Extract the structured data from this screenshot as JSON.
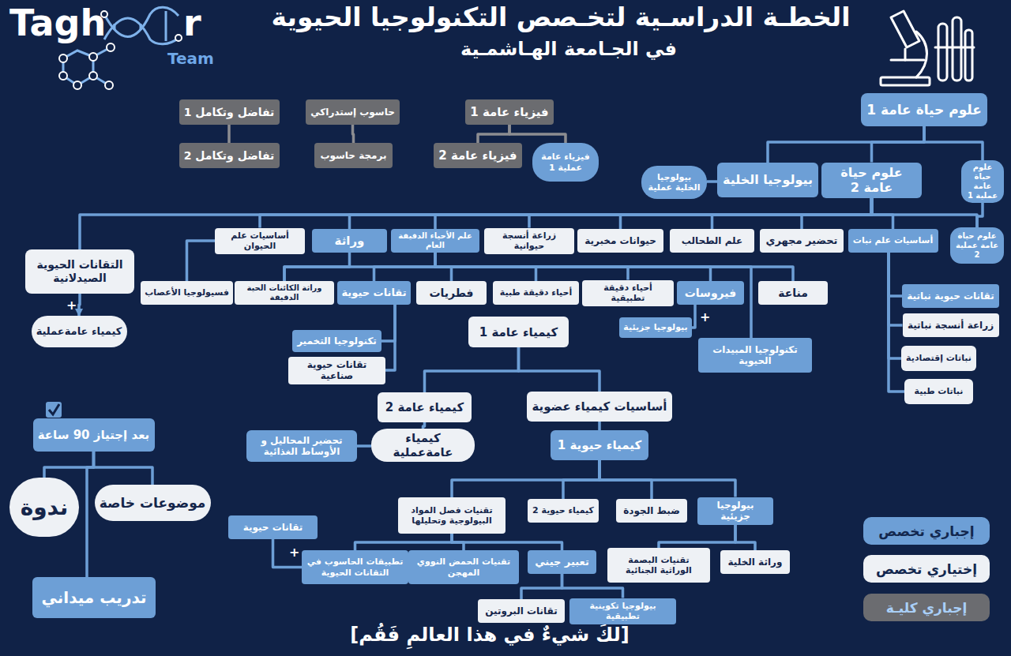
{
  "diagram": {
    "title": "الخطـة الدراسـية لتخـصص التكنولوجيا الحيوية",
    "caption": "[لكَ شيءٌ في هذا العالمِ فَقُم]",
    "nodes": [
      {
        "text": [
          "علوم حياة عامة 1"
        ]
      },
      {
        "text": [
          "فيزياء عامة 1"
        ]
      },
      {
        "text": [
          "حاسوب إستدراكي"
        ]
      },
      {
        "text": [
          "تفاضل وتكامل 1"
        ]
      },
      {
        "text": [
          "تفاضل وتكامل 2"
        ]
      },
      {
        "text": [
          "برمجة حاسوب"
        ]
      },
      {
        "text": [
          "فيزياء عامة 2"
        ]
      },
      {
        "text": [
          "فيزياء عامة عملية 1"
        ]
      },
      {
        "text": [
          "علوم حياة عامة 2"
        ]
      },
      {
        "text": [
          "بيولوجيا الخلية"
        ]
      },
      {
        "text": [
          "بيولوجيا الخلية عملية"
        ]
      },
      {
        "text": [
          "علوم حياة عامة عملية 1"
        ]
      },
      {
        "text": [
          "علوم حياة عامة عملية 2"
        ]
      },
      {
        "text": [
          "أساسيات علم نبات"
        ]
      },
      {
        "text": [
          "تحضير مجهري"
        ]
      },
      {
        "text": [
          "علم الطحالب"
        ]
      },
      {
        "text": [
          "حيوانات مخبرية"
        ]
      },
      {
        "text": [
          "زراعة أنسجة حيوانية"
        ]
      },
      {
        "text": [
          "علم الأحياء الدقيقة العام"
        ]
      },
      {
        "text": [
          "وراثة"
        ]
      },
      {
        "text": [
          "أساسيات علم الحيوان"
        ]
      },
      {
        "text": [
          "التقانات الحيوية الصيدلانية"
        ]
      },
      {
        "text": [
          "كيمياء عامةعملية"
        ]
      },
      {
        "text": [
          "مناعة"
        ]
      },
      {
        "text": [
          "فيروسات"
        ]
      },
      {
        "text": [
          "أحياء دقيقة تطبيقية"
        ]
      },
      {
        "text": [
          "أحياء دقيقة طبية"
        ]
      },
      {
        "text": [
          "فطريات"
        ]
      },
      {
        "text": [
          "تقانات حيوية"
        ]
      },
      {
        "text": [
          "وراثة الكائنات الحية الدقيقة"
        ]
      },
      {
        "text": [
          "فسيولوجيا الأعصاب"
        ]
      },
      {
        "text": [
          "بيولوجيا جزيئية"
        ]
      },
      {
        "text": [
          "تكنولوجيا المبيدات الحيوية"
        ]
      },
      {
        "text": [
          "تكنولوجيا التخمير"
        ]
      },
      {
        "text": [
          "تقانات حيوية صناعية"
        ]
      },
      {
        "text": [
          "كيمياء عامة 1"
        ]
      },
      {
        "text": [
          "تقانات حيوية نباتية"
        ]
      },
      {
        "text": [
          "زراعة أنسجة نباتية"
        ]
      },
      {
        "text": [
          "نباتات إقتصادية"
        ]
      },
      {
        "text": [
          "نباتات طبية"
        ]
      },
      {
        "text": [
          "كيمياء عامة 2"
        ]
      },
      {
        "text": [
          "أساسيات كيمياء عضوية"
        ]
      },
      {
        "text": [
          "كيمياء عامةعملية"
        ]
      },
      {
        "text": [
          "تحضير المحاليل و الأوساط الغذائية"
        ]
      },
      {
        "text": [
          "كيمياء حيوية 1"
        ]
      },
      {
        "text": [
          "بعد إجتياز 90 ساعة"
        ]
      },
      {
        "text": [
          "موضوعات خاصة"
        ]
      },
      {
        "text": [
          "ندوة"
        ]
      },
      {
        "text": [
          "تدريب ميداني"
        ]
      },
      {
        "text": [
          "بيولوجيا جزيئية"
        ]
      },
      {
        "text": [
          "ضبط الجودة"
        ]
      },
      {
        "text": [
          "كيمياء حيوية 2"
        ]
      },
      {
        "text": [
          "تقنيات فصل المواد البيولوجية وتحليلها"
        ]
      },
      {
        "text": [
          "وراثة الخلية"
        ]
      },
      {
        "text": [
          "تقنيات البصمة الوراثية الجنائية"
        ]
      },
      {
        "text": [
          "تعبير جيني"
        ]
      },
      {
        "text": [
          "تقنيات الحمض النووي المهجن"
        ]
      },
      {
        "text": [
          "تطبيقات الحاسوب في التقانات الحيوية"
        ]
      },
      {
        "text": [
          "تقانات حيوية"
        ]
      },
      {
        "text": [
          "بيولوجيا تكوينية تطبيقية"
        ]
      },
      {
        "text": [
          "تقانات البروتين"
        ]
      }
    ],
    "edges": [
      {
        "from": 0,
        "to": 9,
        "arrow": "none"
      },
      {
        "from": 0,
        "to": 8,
        "arrow": "none"
      },
      {
        "from": 0,
        "to": 11,
        "arrow": "none"
      },
      {
        "from": 11,
        "to": 12,
        "arrow": "none"
      },
      {
        "from": 9,
        "to": 10,
        "arrow": "none"
      },
      {
        "from": 1,
        "to": 6,
        "arrow": "none"
      },
      {
        "from": 1,
        "to": 7,
        "arrow": "none"
      },
      {
        "from": 2,
        "to": 5,
        "arrow": "none"
      },
      {
        "from": 3,
        "to": 4,
        "arrow": "none"
      },
      {
        "from": 8,
        "to": 21,
        "arrow": "none"
      },
      {
        "from": 8,
        "to": 20,
        "arrow": "none"
      },
      {
        "from": 8,
        "to": 19,
        "arrow": "none"
      },
      {
        "from": 8,
        "to": 18,
        "arrow": "none"
      },
      {
        "from": 8,
        "to": 17,
        "arrow": "none"
      },
      {
        "from": 8,
        "to": 16,
        "arrow": "none"
      },
      {
        "from": 8,
        "to": 15,
        "arrow": "none"
      },
      {
        "from": 8,
        "to": 14,
        "arrow": "none"
      },
      {
        "from": 8,
        "to": 13,
        "arrow": "none"
      },
      {
        "from": 8,
        "to": 12,
        "arrow": "none"
      },
      {
        "from": 20,
        "to": 30,
        "arrow": "none"
      },
      {
        "from": 21,
        "to": 22,
        "arrow": "to"
      },
      {
        "from": 18,
        "to": 23,
        "arrow": "none"
      },
      {
        "from": 18,
        "to": 24,
        "arrow": "none"
      },
      {
        "from": 18,
        "to": 25,
        "arrow": "none"
      },
      {
        "from": 18,
        "to": 26,
        "arrow": "none"
      },
      {
        "from": 18,
        "to": 27,
        "arrow": "none"
      },
      {
        "from": 18,
        "to": 28,
        "arrow": "none"
      },
      {
        "from": 18,
        "to": 29,
        "arrow": "none"
      },
      {
        "from": 18,
        "to": 32,
        "arrow": "none"
      },
      {
        "from": 19,
        "to": 29,
        "arrow": "none"
      },
      {
        "from": 24,
        "to": 31,
        "arrow": "none"
      },
      {
        "from": 28,
        "to": 33,
        "arrow": "none"
      },
      {
        "from": 28,
        "to": 34,
        "arrow": "none"
      },
      {
        "from": 13,
        "to": 36,
        "arrow": "none"
      },
      {
        "from": 13,
        "to": 37,
        "arrow": "none"
      },
      {
        "from": 13,
        "to": 38,
        "arrow": "none"
      },
      {
        "from": 13,
        "to": 39,
        "arrow": "none"
      },
      {
        "from": 35,
        "to": 40,
        "arrow": "none"
      },
      {
        "from": 35,
        "to": 41,
        "arrow": "none"
      },
      {
        "from": 40,
        "to": 42,
        "arrow": "none"
      },
      {
        "from": 42,
        "to": 43,
        "arrow": "none"
      },
      {
        "from": 41,
        "to": 44,
        "arrow": "none"
      },
      {
        "from": 44,
        "to": 49,
        "arrow": "none"
      },
      {
        "from": 44,
        "to": 50,
        "arrow": "none"
      },
      {
        "from": 44,
        "to": 51,
        "arrow": "none"
      },
      {
        "from": 44,
        "to": 52,
        "arrow": "none"
      },
      {
        "from": 52,
        "to": 55,
        "arrow": "none"
      },
      {
        "from": 52,
        "to": 56,
        "arrow": "none"
      },
      {
        "from": 52,
        "to": 57,
        "arrow": "none"
      },
      {
        "from": 49,
        "to": 53,
        "arrow": "none"
      },
      {
        "from": 49,
        "to": 54,
        "arrow": "none"
      },
      {
        "from": 55,
        "to": 59,
        "arrow": "none"
      },
      {
        "from": 55,
        "to": 60,
        "arrow": "none"
      },
      {
        "from": 57,
        "to": 58,
        "arrow": "none"
      },
      {
        "from": 45,
        "to": 46,
        "arrow": "none"
      },
      {
        "from": 45,
        "to": 47,
        "arrow": "none"
      },
      {
        "from": 45,
        "to": 48,
        "arrow": "none"
      }
    ],
    "labels": [
      "في الجـامعة الهـاشمـية",
      "Tagh",
      "r",
      "Team",
      "+",
      "+",
      "+"
    ],
    "legend": [
      {
        "text": "إجباري تخصص",
        "color": "#6d9fd6"
      },
      {
        "text": "إختياري تخصص",
        "color": "#eef1f5"
      },
      {
        "text": "إجباري كليـة",
        "color": "#6b6c70"
      }
    ]
  }
}
